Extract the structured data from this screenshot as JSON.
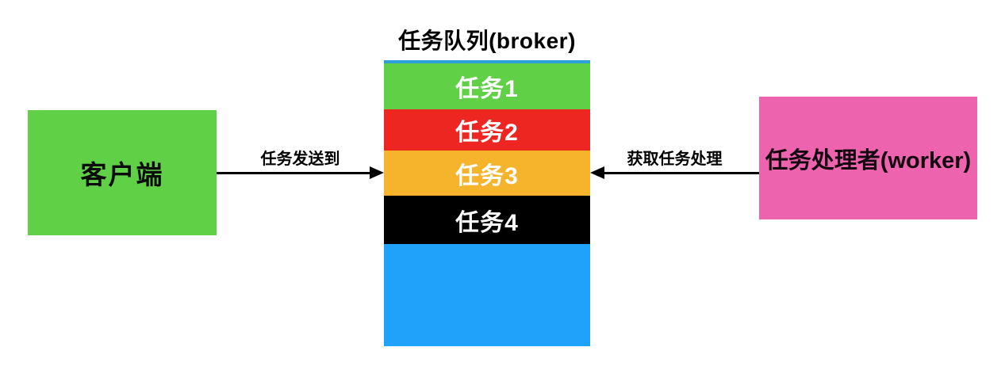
{
  "diagram": {
    "title": "任务队列(broker)",
    "client": {
      "label": "客户端",
      "color": "#60d147"
    },
    "worker": {
      "label": "任务处理者(worker)",
      "color": "#ed63ad"
    },
    "queue": {
      "top_strip_color": "#2e9fd9",
      "empty_slot_color": "#21a2fa",
      "tasks": [
        {
          "label": "任务1",
          "color": "#60d147"
        },
        {
          "label": "任务2",
          "color": "#ed2621"
        },
        {
          "label": "任务3",
          "color": "#f5b42c"
        },
        {
          "label": "任务4",
          "color": "#000000"
        }
      ]
    },
    "arrows": {
      "send": {
        "label": "任务发送到",
        "direction": "right",
        "color": "#000000"
      },
      "fetch": {
        "label": "获取任务处理",
        "direction": "left",
        "color": "#000000"
      }
    }
  }
}
